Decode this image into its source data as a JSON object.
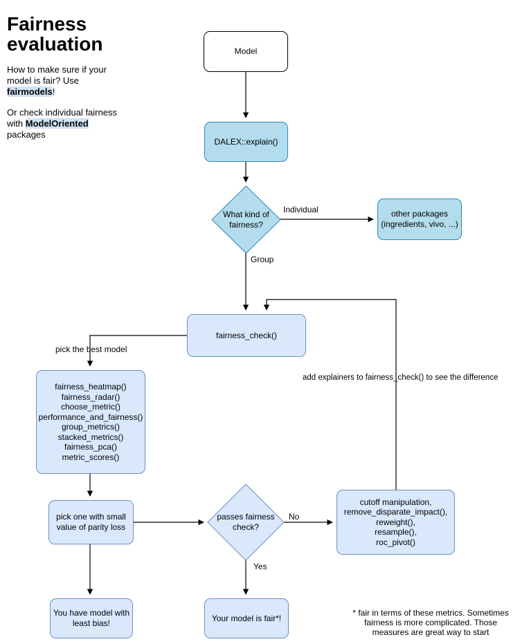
{
  "intro": {
    "title_line1": "Fairness",
    "title_line2": "evaluation",
    "p1_line1": "How to make sure if your",
    "p1_line2": "model is fair? Use",
    "p1_highlight": "fairmodels",
    "p1_tail": "!",
    "p2_line1": "Or check individual fairness",
    "p2_line2_prefix": "with ",
    "p2_highlight": "ModelOriented",
    "p2_line3": "packages"
  },
  "nodes": {
    "model": {
      "label": "Model"
    },
    "dalex": {
      "label": "DALEX::explain()"
    },
    "fairness_kind": {
      "line1": "What kind of",
      "line2": "fairness?"
    },
    "other_packages": {
      "line1": "other packages",
      "line2": "(ingredients, vivo, ...)"
    },
    "fairness_check": {
      "label": "fairness_check()"
    },
    "metric_functions": {
      "lines": [
        "fairness_heatmap()",
        "fairness_radar()",
        "choose_metric()",
        "performance_and_fairness()",
        "group_metrics()",
        "stacked_metrics()",
        "fairness_pca()",
        "metric_scores()"
      ]
    },
    "pick_small_parity": {
      "line1": "pick one with small",
      "line2": "value of parity loss"
    },
    "passes_check": {
      "line1": "passes fairness",
      "line2": "check?"
    },
    "mitigation": {
      "lines": [
        "cutoff manipulation,",
        "remove_disparate_impact(),",
        "reweight(),",
        "resample(),",
        "roc_pivot()"
      ]
    },
    "least_bias": {
      "line1": "You have model with",
      "line2": "least bias!"
    },
    "model_fair": {
      "label": "Your model is fair*!"
    }
  },
  "edge_labels": {
    "individual": "Individual",
    "group": "Group",
    "pick_best": "pick the best model",
    "no": "No",
    "yes": "Yes",
    "add_explainers": "add explainers to fairness_check() to see the difference"
  },
  "footnote": {
    "lines": [
      "* fair in terms of these metrics. Sometimes",
      "fairness is more complicated. Those",
      "measures are great way to start"
    ]
  },
  "colors": {
    "medium_fill": "#b3dcec",
    "medium_stroke": "#2e87ba",
    "light_fill": "#dae8fc",
    "light_stroke": "#6c8ebf",
    "highlight": "#cfe2f3",
    "connector": "#000000"
  }
}
